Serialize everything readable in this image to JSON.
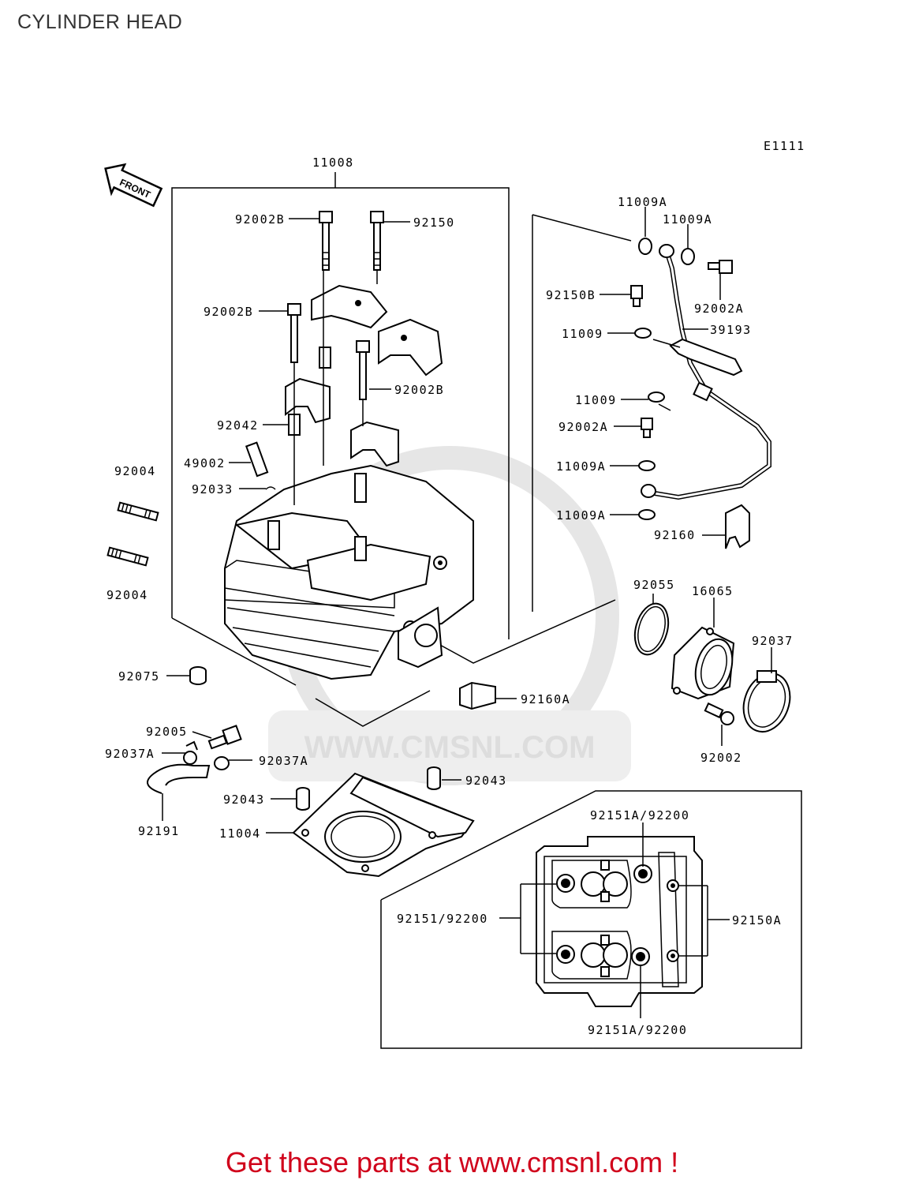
{
  "title": "CYLINDER HEAD",
  "diagram_code": "E1111",
  "front_label": "FRONT",
  "watermark": "WWW.CMSNL.COM",
  "footer": "Get these parts at www.cmsnl.com !",
  "labels": {
    "l11008": "11008",
    "l92002b_1": "92002B",
    "l92150": "92150",
    "l92002b_2": "92002B",
    "l92002b_3": "92002B",
    "l92042": "92042",
    "l49002": "49002",
    "l92033": "92033",
    "l92004_1": "92004",
    "l92004_2": "92004",
    "l92075": "92075",
    "l92005": "92005",
    "l92037a_1": "92037A",
    "l92037a_2": "92037A",
    "l92191": "92191",
    "l92043_1": "92043",
    "l92043_2": "92043",
    "l11004": "11004",
    "l92160a": "92160A",
    "l11009a_1": "11009A",
    "l11009a_2": "11009A",
    "l92150b": "92150B",
    "l92002a_1": "92002A",
    "l39193": "39193",
    "l11009_1": "11009",
    "l11009_2": "11009",
    "l92002a_2": "92002A",
    "l11009a_3": "11009A",
    "l11009a_4": "11009A",
    "l92160": "92160",
    "l92055": "92055",
    "l16065": "16065",
    "l92037": "92037",
    "l92002": "92002",
    "l92151a_top": "92151A/92200",
    "l92151": "92151/92200",
    "l92150a": "92150A",
    "l92151a_bottom": "92151A/92200"
  }
}
